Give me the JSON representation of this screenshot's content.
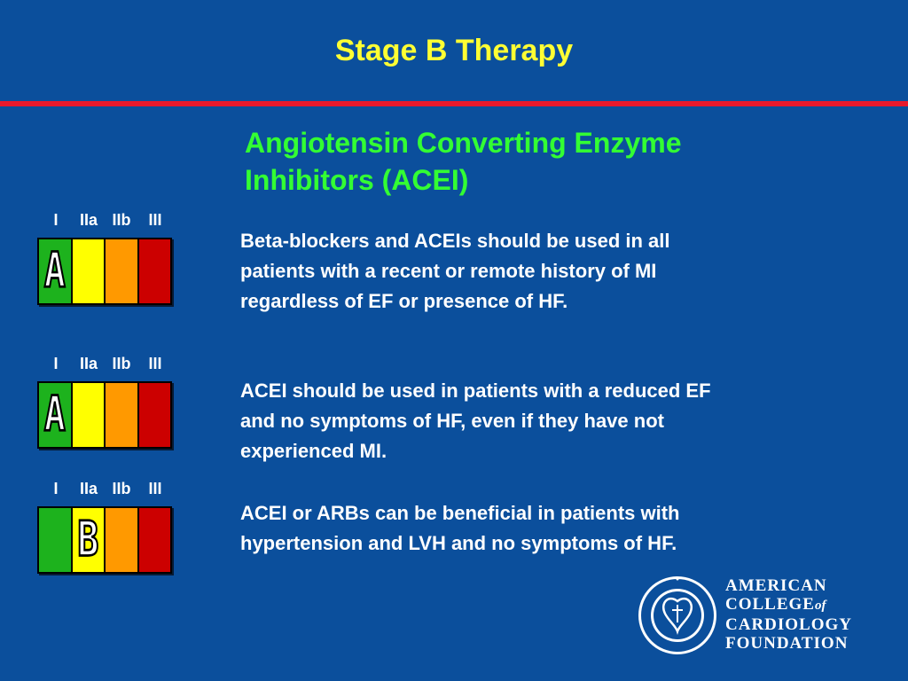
{
  "header": {
    "title": "Stage B Therapy"
  },
  "subtitle": {
    "line1": "Angiotensin Converting Enzyme",
    "line2": "Inhibitors (ACEI)"
  },
  "class_labels": [
    "I",
    "IIa",
    "IIb",
    "III"
  ],
  "class_colors": [
    "#1db21d",
    "#ffff00",
    "#ff9900",
    "#cc0000"
  ],
  "recommendations": [
    {
      "level": "A",
      "class_index": 0,
      "lines": [
        "Beta-blockers and ACEIs should be used in all",
        "patients with a recent or remote history of MI",
        "regardless of EF or presence of HF."
      ]
    },
    {
      "level": "A",
      "class_index": 0,
      "lines": [
        "ACEI should be used in patients with a reduced EF",
        "and no symptoms of HF, even if they have not",
        "experienced MI."
      ]
    },
    {
      "level": "B",
      "class_index": 1,
      "lines": [
        "ACEI or ARBs can be beneficial in patients with",
        "hypertension and LVH and no symptoms of HF."
      ]
    }
  ],
  "logo": {
    "line1": "AMERICAN",
    "line2_a": "COLLEGE",
    "line2_b": "of",
    "line3": "CARDIOLOGY",
    "line4": "FOUNDATION"
  }
}
